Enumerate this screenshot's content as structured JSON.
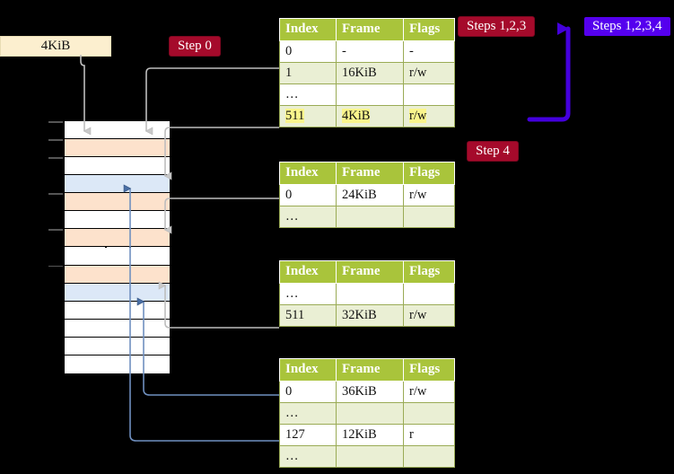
{
  "labels": {
    "size_box": "4KiB",
    "step0": "Step 0",
    "steps123": "Steps 1,2,3",
    "steps1234": "Steps 1,2,3,4",
    "step4": "Step 4"
  },
  "colors": {
    "badge_red": "#A50A2B",
    "badge_blue": "#5500EE",
    "table_header": "#A9C43B",
    "table_alt_row": "#EAEFD4",
    "highlight": "#FAF58C",
    "size_box": "#FCEFCF",
    "mem_orange": "#FDE2CC",
    "mem_blue": "#DCE8F7",
    "arrow_gray": "#BDBDBD",
    "arrow_blue": "#4A6FA5",
    "bracket_purple": "#4400DD"
  },
  "columns": [
    "Index",
    "Frame",
    "Flags"
  ],
  "tables": [
    {
      "name": "pml4-table",
      "rows": [
        {
          "index": "0",
          "frame": "-",
          "flags": "-",
          "alt": false,
          "hl": false
        },
        {
          "index": "1",
          "frame": "16KiB",
          "flags": "r/w",
          "alt": true,
          "hl": false
        },
        {
          "index": "…",
          "frame": "",
          "flags": "",
          "alt": false,
          "hl": false
        },
        {
          "index": "511",
          "frame": "4KiB",
          "flags": "r/w",
          "alt": true,
          "hl": true
        }
      ]
    },
    {
      "name": "pdpt-table",
      "rows": [
        {
          "index": "0",
          "frame": "24KiB",
          "flags": "r/w",
          "alt": false,
          "hl": false
        },
        {
          "index": "…",
          "frame": "",
          "flags": "",
          "alt": true,
          "hl": false
        }
      ]
    },
    {
      "name": "pd-table",
      "rows": [
        {
          "index": "…",
          "frame": "",
          "flags": "",
          "alt": false,
          "hl": false
        },
        {
          "index": "511",
          "frame": "32KiB",
          "flags": "r/w",
          "alt": true,
          "hl": false
        }
      ]
    },
    {
      "name": "pt-table",
      "rows": [
        {
          "index": "0",
          "frame": "36KiB",
          "flags": "r/w",
          "alt": false,
          "hl": false
        },
        {
          "index": "…",
          "frame": "",
          "flags": "",
          "alt": true,
          "hl": false
        },
        {
          "index": "127",
          "frame": "12KiB",
          "flags": "r",
          "alt": false,
          "hl": false
        },
        {
          "index": "…",
          "frame": "",
          "flags": "",
          "alt": true,
          "hl": false
        }
      ]
    }
  ],
  "memory_rows": [
    {
      "fill": "none",
      "tick": true
    },
    {
      "fill": "orange",
      "tick": true
    },
    {
      "fill": "none",
      "tick": true
    },
    {
      "fill": "blue",
      "tick": false
    },
    {
      "fill": "orange",
      "tick": true
    },
    {
      "fill": "none",
      "tick": false
    },
    {
      "fill": "orange",
      "tick": true
    },
    {
      "fill": "none",
      "tick": false
    },
    {
      "fill": "orange",
      "tick": true
    },
    {
      "fill": "blue",
      "tick": false
    },
    {
      "fill": "none",
      "tick": false
    },
    {
      "fill": "none",
      "tick": false
    },
    {
      "fill": "none",
      "tick": false
    },
    {
      "fill": "none",
      "tick": false
    }
  ]
}
